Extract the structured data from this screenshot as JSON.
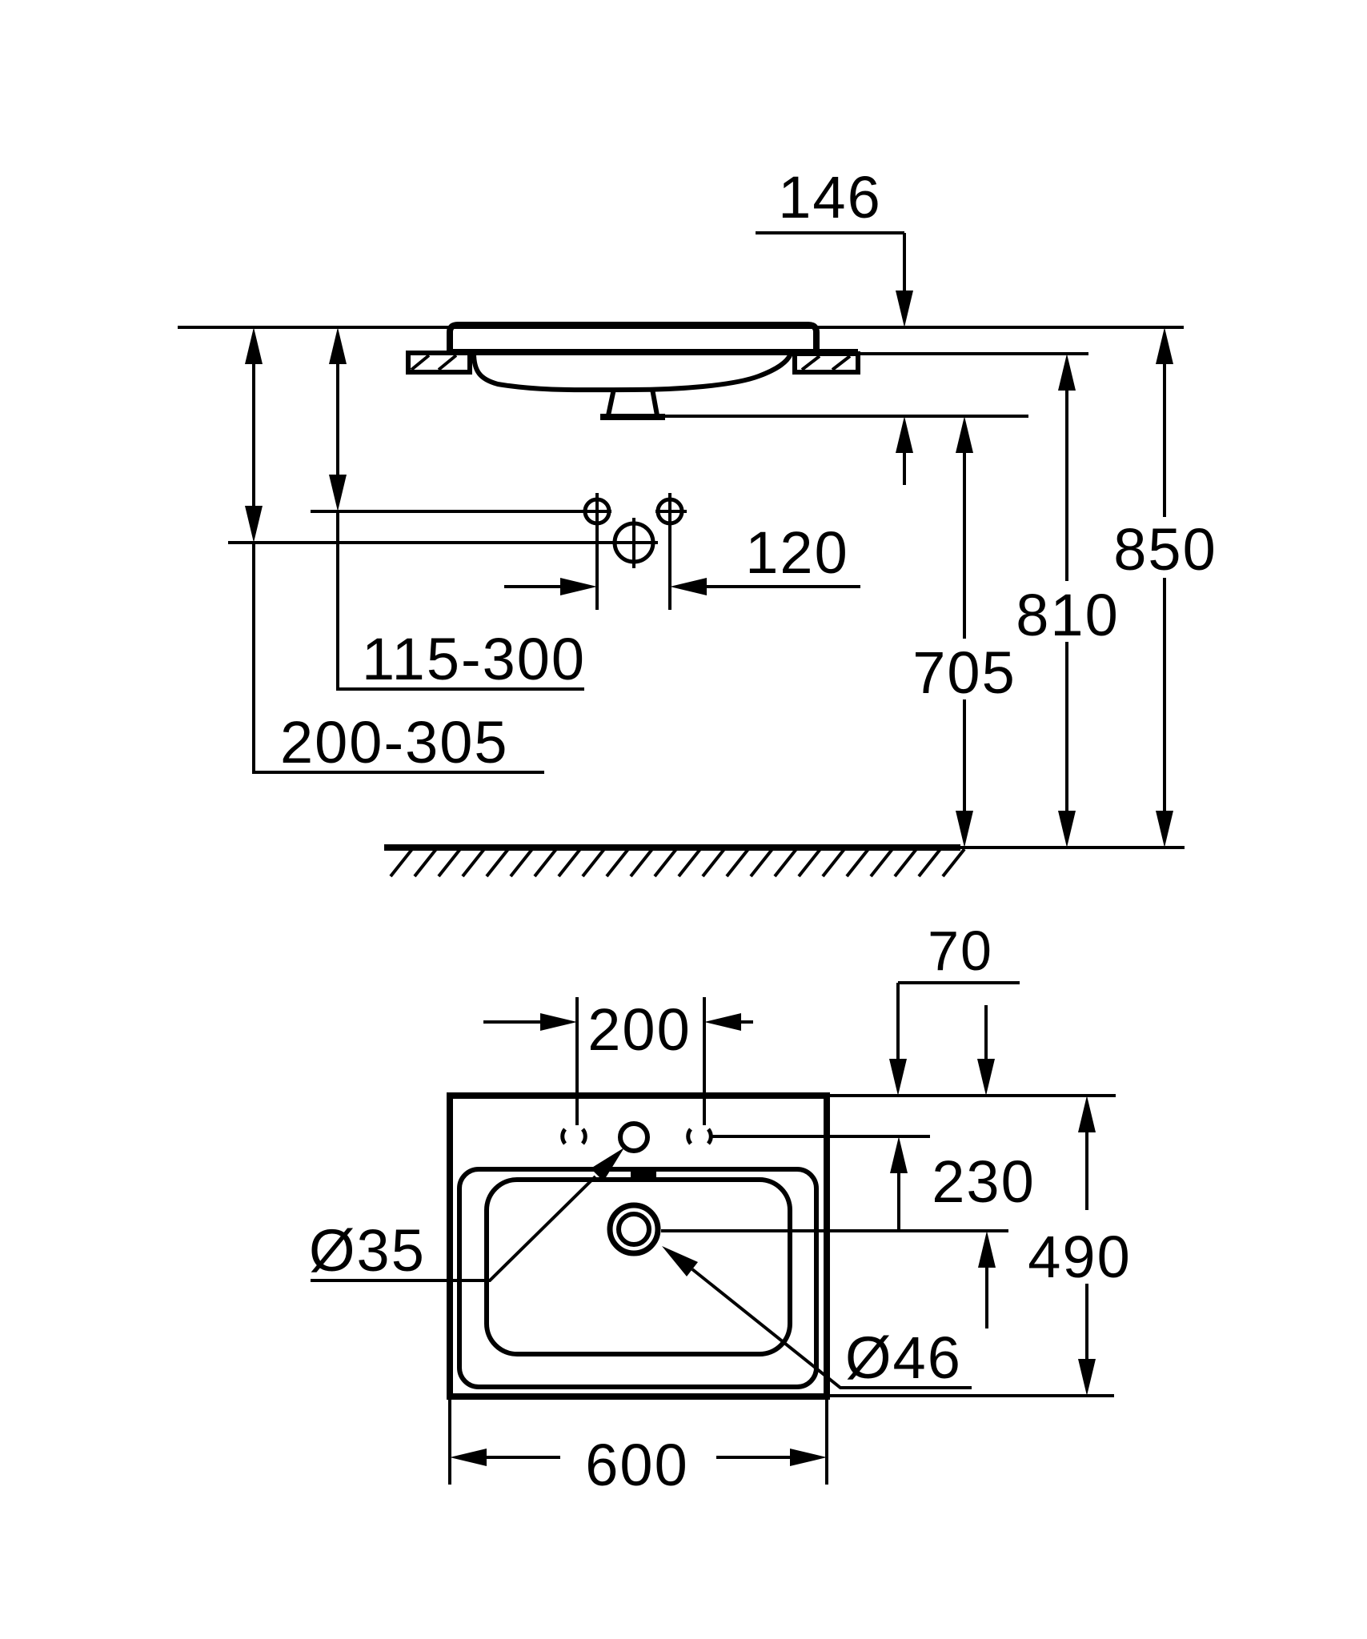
{
  "drawing": {
    "background": "#ffffff",
    "line_color": "#000000",
    "side_view": {
      "dim_basin_front_height": "146",
      "dim_height_rim": "850",
      "dim_height_underside": "810",
      "dim_height_basin_bottom": "705",
      "dim_hole_spacing": "120",
      "dim_range_supply": "115-300",
      "dim_range_drain": "200-305"
    },
    "plan_view": {
      "dim_rear_offset": "70",
      "dim_tap_spacing": "200",
      "dim_drain_offset": "230",
      "dim_depth": "490",
      "dim_width": "600",
      "label_tap_hole_diameter": "Ø35",
      "label_drain_diameter": "Ø46"
    }
  }
}
